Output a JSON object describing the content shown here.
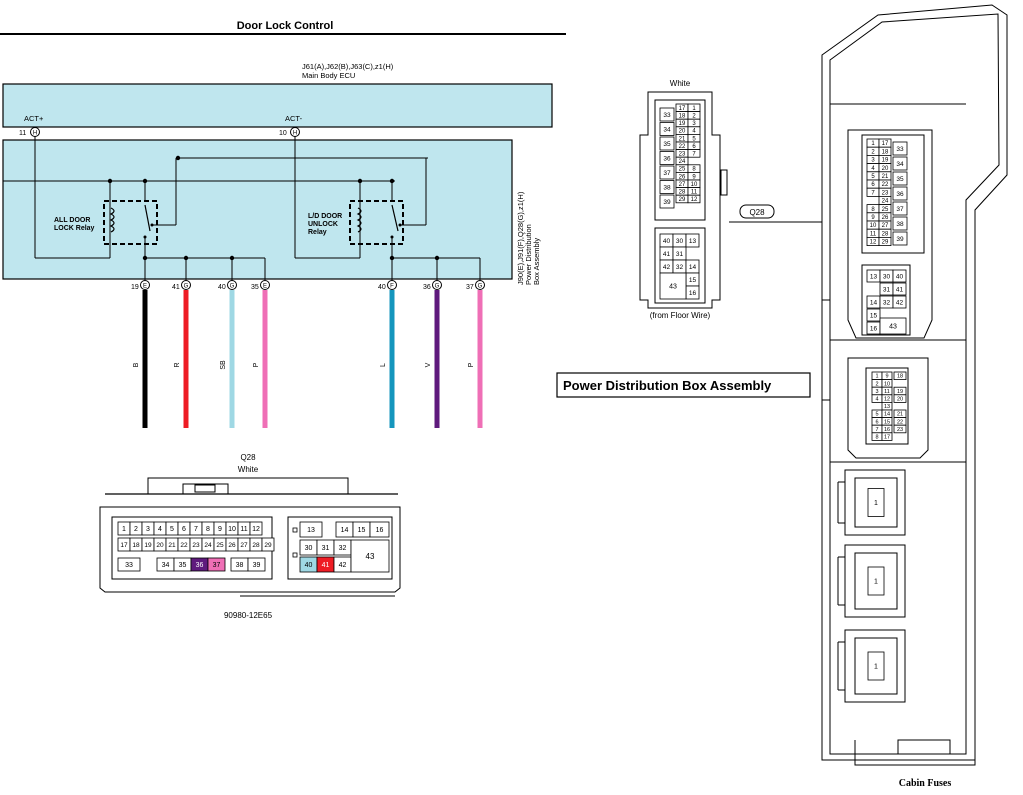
{
  "diagram": {
    "title": "Door Lock Control",
    "ecu": {
      "line1": "J61(A),J62(B),J63(C),z1(H)",
      "line2": "Main Body ECU",
      "act_plus": "ACT+",
      "act_minus": "ACT-",
      "pins": [
        {
          "num": "11",
          "letter": "H"
        },
        {
          "num": "10",
          "letter": "H"
        }
      ]
    },
    "pdb_side_label": {
      "line1": "J90(E),J91(F),Q28(G),z1(H)",
      "line2": "Power Distribution",
      "line3": "Box Assembly"
    },
    "relays": [
      {
        "lines": [
          "ALL DOOR",
          "LOCK Relay"
        ]
      },
      {
        "lines": [
          "L/D DOOR",
          "UNLOCK",
          "Relay"
        ]
      }
    ],
    "wires": [
      {
        "num": "19",
        "letter": "E",
        "color_code": "B",
        "color": "#000000"
      },
      {
        "num": "41",
        "letter": "G",
        "color_code": "R",
        "color": "#ee1c24"
      },
      {
        "num": "40",
        "letter": "G",
        "color_code": "SB",
        "color": "#9fd8e4"
      },
      {
        "num": "35",
        "letter": "E",
        "color_code": "P",
        "color": "#ef6fb6"
      },
      {
        "num": "40",
        "letter": "F",
        "color_code": "L",
        "color": "#1596bd"
      },
      {
        "num": "36",
        "letter": "G",
        "color_code": "V",
        "color": "#5f1a7d"
      },
      {
        "num": "37",
        "letter": "G",
        "color_code": "P",
        "color": "#ef6fb6"
      }
    ]
  },
  "connector_q28": {
    "name": "Q28",
    "color": "White",
    "part_number": "90980-12E65",
    "row1": [
      "1",
      "2",
      "3",
      "4",
      "5",
      "6",
      "7",
      "8",
      "9",
      "10",
      "11",
      "12"
    ],
    "row2": [
      "17",
      "18",
      "19",
      "20",
      "21",
      "22",
      "23",
      "24",
      "25",
      "26",
      "27",
      "28",
      "29"
    ],
    "row3": [
      "33",
      "34",
      "35",
      "36",
      "37",
      "38",
      "39"
    ],
    "right_top": [
      "13",
      "14",
      "15",
      "16"
    ],
    "right_mid": [
      "30",
      "31",
      "32"
    ],
    "right_bot": [
      "40",
      "41",
      "42"
    ],
    "big": "43",
    "highlight_colors": {
      "36": "#5f1a7d",
      "37": "#ef6fb6",
      "40": "#9fd8e4",
      "41": "#ee1c24"
    }
  },
  "floor_connector": {
    "color": "White",
    "caption": "(from Floor Wire)",
    "pairs": [
      [
        "33",
        ""
      ],
      [
        "17",
        "1"
      ],
      [
        "18",
        "2"
      ],
      [
        "19",
        "3"
      ],
      [
        "20",
        "4"
      ],
      [
        "21",
        "5"
      ],
      [
        "22",
        "6"
      ],
      [
        "23",
        "7"
      ],
      [
        "24",
        ""
      ],
      [
        "25",
        "8"
      ],
      [
        "26",
        "9"
      ],
      [
        "27",
        "10"
      ],
      [
        "28",
        "11"
      ],
      [
        "29",
        "12"
      ]
    ],
    "left_col": [
      "33",
      "34",
      "35",
      "36",
      "37",
      "38",
      "39"
    ],
    "bottom_grid": [
      [
        "40",
        "30",
        "13"
      ],
      [
        "41",
        "31",
        ""
      ],
      [
        "42",
        "32",
        "14"
      ],
      [
        "",
        "",
        "15"
      ],
      [
        "",
        "",
        "16"
      ]
    ],
    "big": "43"
  },
  "callout": "Q28",
  "pdb_title": "Power Distribution Box Assembly",
  "fusebox": {
    "conn_a_pairs": [
      [
        "1",
        "17"
      ],
      [
        "2",
        "18"
      ],
      [
        "3",
        "19"
      ],
      [
        "4",
        "20"
      ],
      [
        "5",
        "21"
      ],
      [
        "6",
        "22"
      ],
      [
        "7",
        "23"
      ],
      [
        "",
        "24"
      ],
      [
        "8",
        "25"
      ],
      [
        "9",
        "26"
      ],
      [
        "10",
        "27"
      ],
      [
        "11",
        "28"
      ],
      [
        "12",
        "29"
      ]
    ],
    "conn_a_right": [
      "33",
      "34",
      "35",
      "36",
      "37",
      "38",
      "39"
    ],
    "conn_a_bottom": [
      [
        "13",
        "30",
        "40"
      ],
      [
        "",
        "31",
        "41"
      ],
      [
        "14",
        "32",
        "42"
      ],
      [
        "15",
        "",
        ""
      ],
      [
        "16",
        "",
        "43"
      ]
    ],
    "conn_b_pairs": [
      [
        "1",
        "9",
        "18"
      ],
      [
        "2",
        "10",
        ""
      ],
      [
        "3",
        "11",
        "19"
      ],
      [
        "4",
        "12",
        "20"
      ],
      [
        "",
        "13",
        ""
      ],
      [
        "5",
        "14",
        "21"
      ],
      [
        "6",
        "15",
        "22"
      ],
      [
        "7",
        "16",
        "23"
      ],
      [
        "8",
        "17",
        ""
      ]
    ],
    "single_pins": [
      "1",
      "1",
      "1"
    ],
    "cabin_label": "Cabin Fuses"
  }
}
